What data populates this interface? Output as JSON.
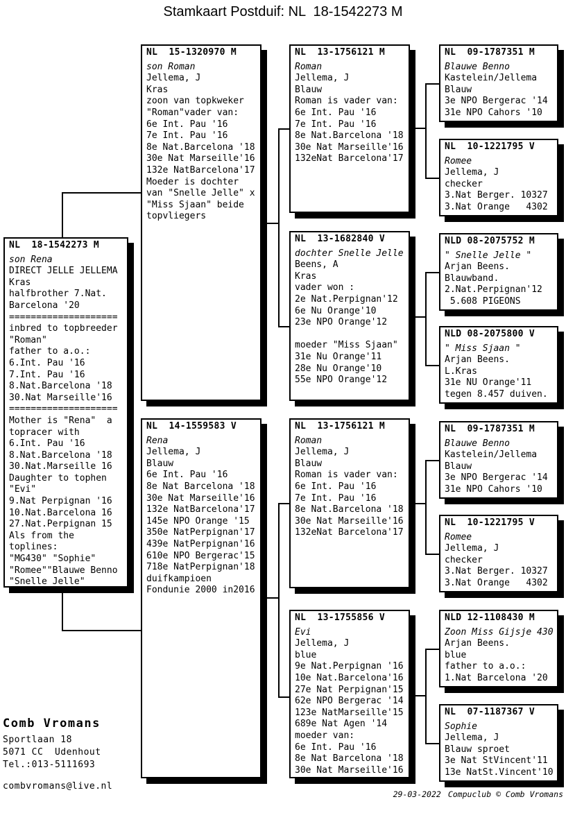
{
  "title": "Stamkaart Postduif: NL  18-1542273 M",
  "boxes": {
    "subject": {
      "ring": "NL  18-1542273 M",
      "name": "son Rena",
      "lines": [
        "DIRECT JELLE JELLEMA",
        "Kras",
        "halfbrother 7.Nat.",
        "Barcelona '20",
        "====================",
        "inbred to topbreeder",
        "\"Roman\"",
        "father to a.o.:",
        "6.Int. Pau '16",
        "7.Int. Pau '16",
        "8.Nat.Barcelona '18",
        "30.Nat Marseille'16",
        "====================",
        "Mother is \"Rena\"  a",
        "topracer with",
        "6.Int. Pau '16",
        "8.Nat.Barcelona '18",
        "30.Nat.Marseille 16",
        "Daughter to tophen",
        "\"Evi\"",
        "9.Nat Perpignan '16",
        "10.Nat.Barcelona 16",
        "27.Nat.Perpignan 15",
        "Als from the",
        "toplines:",
        "\"MG430\" \"Sophie\"",
        "\"Romee\"\"Blauwe Benno",
        "\"Snelle Jelle\""
      ]
    },
    "father": {
      "ring": "NL  15-1320970 M",
      "name": "son Roman",
      "lines": [
        "Jellema, J",
        "Kras",
        "zoon van topkweker",
        "\"Roman\"vader van:",
        "6e Int. Pau '16",
        "7e Int. Pau '16",
        "8e Nat.Barcelona '18",
        "30e Nat Marseille'16",
        "132e NatBarcelona'17",
        "Moeder is dochter",
        "van \"Snelle Jelle\" x",
        "\"Miss Sjaan\" beide",
        "topvliegers"
      ]
    },
    "mother": {
      "ring": "NL  14-1559583 V",
      "name": "Rena",
      "lines": [
        "Jellema, J",
        "Blauw",
        "6e Int. Pau '16",
        "8e Nat Barcelona '18",
        "30e Nat Marseille'16",
        "132e NatBarcelona'17",
        "145e NPO Orange '15",
        "350e NatPerpignan'17",
        "439e NatPerpignan'16",
        "610e NPO Bergerac'15",
        "718e NatPerpignan'18",
        "duifkampioen",
        "Fondunie 2000 in2016"
      ]
    },
    "gp1": {
      "ring": "NL  13-1756121 M",
      "name": "Roman",
      "lines": [
        "Jellema, J",
        "Blauw",
        "Roman is vader van:",
        "6e Int. Pau '16",
        "7e Int. Pau '16",
        "8e Nat.Barcelona '18",
        "30e Nat Marseille'16",
        "132eNat Barcelona'17"
      ]
    },
    "gp2": {
      "ring": "NL  13-1682840 V",
      "name": "dochter Snelle Jelle",
      "lines": [
        "Beens, A",
        "Kras",
        "vader won :",
        "2e Nat.Perpignan'12",
        "6e Nu Orange'10",
        "23e NPO Orange'12",
        "",
        "moeder \"Miss Sjaan\"",
        "31e Nu Orange'11",
        "28e Nu Orange'10",
        "55e NPO Orange'12"
      ]
    },
    "gp3": {
      "ring": "NL  13-1756121 M",
      "name": "Roman",
      "lines": [
        "Jellema, J",
        "Blauw",
        "Roman is vader van:",
        "6e Int. Pau '16",
        "7e Int. Pau '16",
        "8e Nat.Barcelona '18",
        "30e Nat Marseille'16",
        "132eNat Barcelona'17"
      ]
    },
    "gp4": {
      "ring": "NL  13-1755856 V",
      "name": "Evi",
      "lines": [
        "Jellema, J",
        "blue",
        "9e Nat.Perpignan '16",
        "10e Nat.Barcelona'16",
        "27e Nat Perpignan'15",
        "62e NPO Bergerac '14",
        "123e NatMarseille'15",
        "689e Nat Agen '14",
        "moeder van:",
        "6e Int. Pau '16",
        "8e Nat Barcelona '18",
        "30e Nat Marseille'16"
      ]
    },
    "ggp1": {
      "ring": "NL  09-1787351 M",
      "name": "Blauwe Benno",
      "lines": [
        "Kastelein/Jellema",
        "Blauw",
        "3e NPO Bergerac '14",
        "31e NPO Cahors '10"
      ]
    },
    "ggp2": {
      "ring": "NL  10-1221795 V",
      "name": "Romee",
      "lines": [
        "Jellema, J",
        "checker",
        "3.Nat Berger. 10327",
        "3.Nat Orange   4302"
      ]
    },
    "ggp3": {
      "ring": "NLD 08-2075752 M",
      "name": "\" Snelle Jelle \"",
      "lines": [
        "Arjan Beens.",
        "Blauwband.",
        "2.Nat.Perpignan'12",
        " 5.608 PIGEONS"
      ]
    },
    "ggp4": {
      "ring": "NLD 08-2075800 V",
      "name": "\" Miss Sjaan \"",
      "lines": [
        "Arjan Beens.",
        "L.Kras",
        "31e NU Orange'11",
        "tegen 8.457 duiven."
      ]
    },
    "ggp5": {
      "ring": "NL  09-1787351 M",
      "name": "Blauwe Benno",
      "lines": [
        "Kastelein/Jellema",
        "Blauw",
        "3e NPO Bergerac '14",
        "31e NPO Cahors '10"
      ]
    },
    "ggp6": {
      "ring": "NL  10-1221795 V",
      "name": "Romee",
      "lines": [
        "Jellema, J",
        "checker",
        "3.Nat Berger. 10327",
        "3.Nat Orange   4302"
      ]
    },
    "ggp7": {
      "ring": "NLD 12-1108430 M",
      "name": "Zoon Miss Gijsje 430",
      "lines": [
        "Arjan Beens.",
        "blue",
        "father to a.o.:",
        "1.Nat Barcelona '20"
      ]
    },
    "ggp8": {
      "ring": "NL  07-1187367 V",
      "name": "Sophie",
      "lines": [
        "Jellema, J",
        "Blauw sproet",
        "3e Nat StVincent'11",
        "13e NatSt.Vincent'10"
      ]
    }
  },
  "footer": {
    "owner": "Comb Vromans",
    "address_line1": "Sportlaan 18",
    "address_line2": "5071 CC  Udenhout",
    "phone": "Tel.:013-5111693",
    "email": "combvromans@live.nl",
    "date": "29-03-2022",
    "credit": "Compuclub © Comb Vromans"
  }
}
